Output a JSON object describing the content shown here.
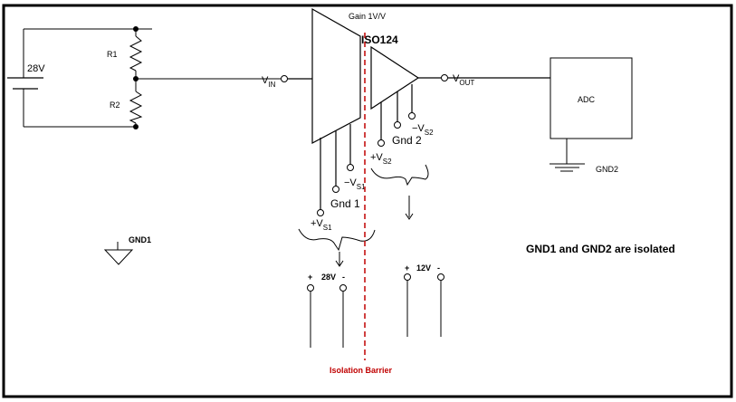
{
  "labels": {
    "battery_voltage": "28V",
    "r1": "R1",
    "r2": "R2",
    "gain": "Gain 1V/V",
    "chip": "ISO124",
    "vin_main": "V",
    "vin_sub": "IN",
    "vout_main": "V",
    "vout_sub": "OUT",
    "adc": "ADC",
    "gnd2": "GND2",
    "gnd1": "GND1",
    "vs1_neg_main": "−V",
    "vs1_neg_sub": "S1",
    "gnd1_pin": "Gnd 1",
    "vs1_pos_main": "+V",
    "vs1_pos_sub": "S1",
    "vs2_neg_main": "−V",
    "vs2_neg_sub": "S2",
    "gnd2_pin": "Gnd 2",
    "vs2_pos_main": "+V",
    "vs2_pos_sub": "S2",
    "supply1_plus": "+",
    "supply1_value": "28V",
    "supply1_minus": "-",
    "supply2_plus": "+",
    "supply2_value": "12V",
    "supply2_minus": "-",
    "isolation_note": "GND1 and GND2 are isolated",
    "barrier": "Isolation Barrier"
  },
  "colors": {
    "line": "#000000",
    "barrier": "#c00000"
  }
}
